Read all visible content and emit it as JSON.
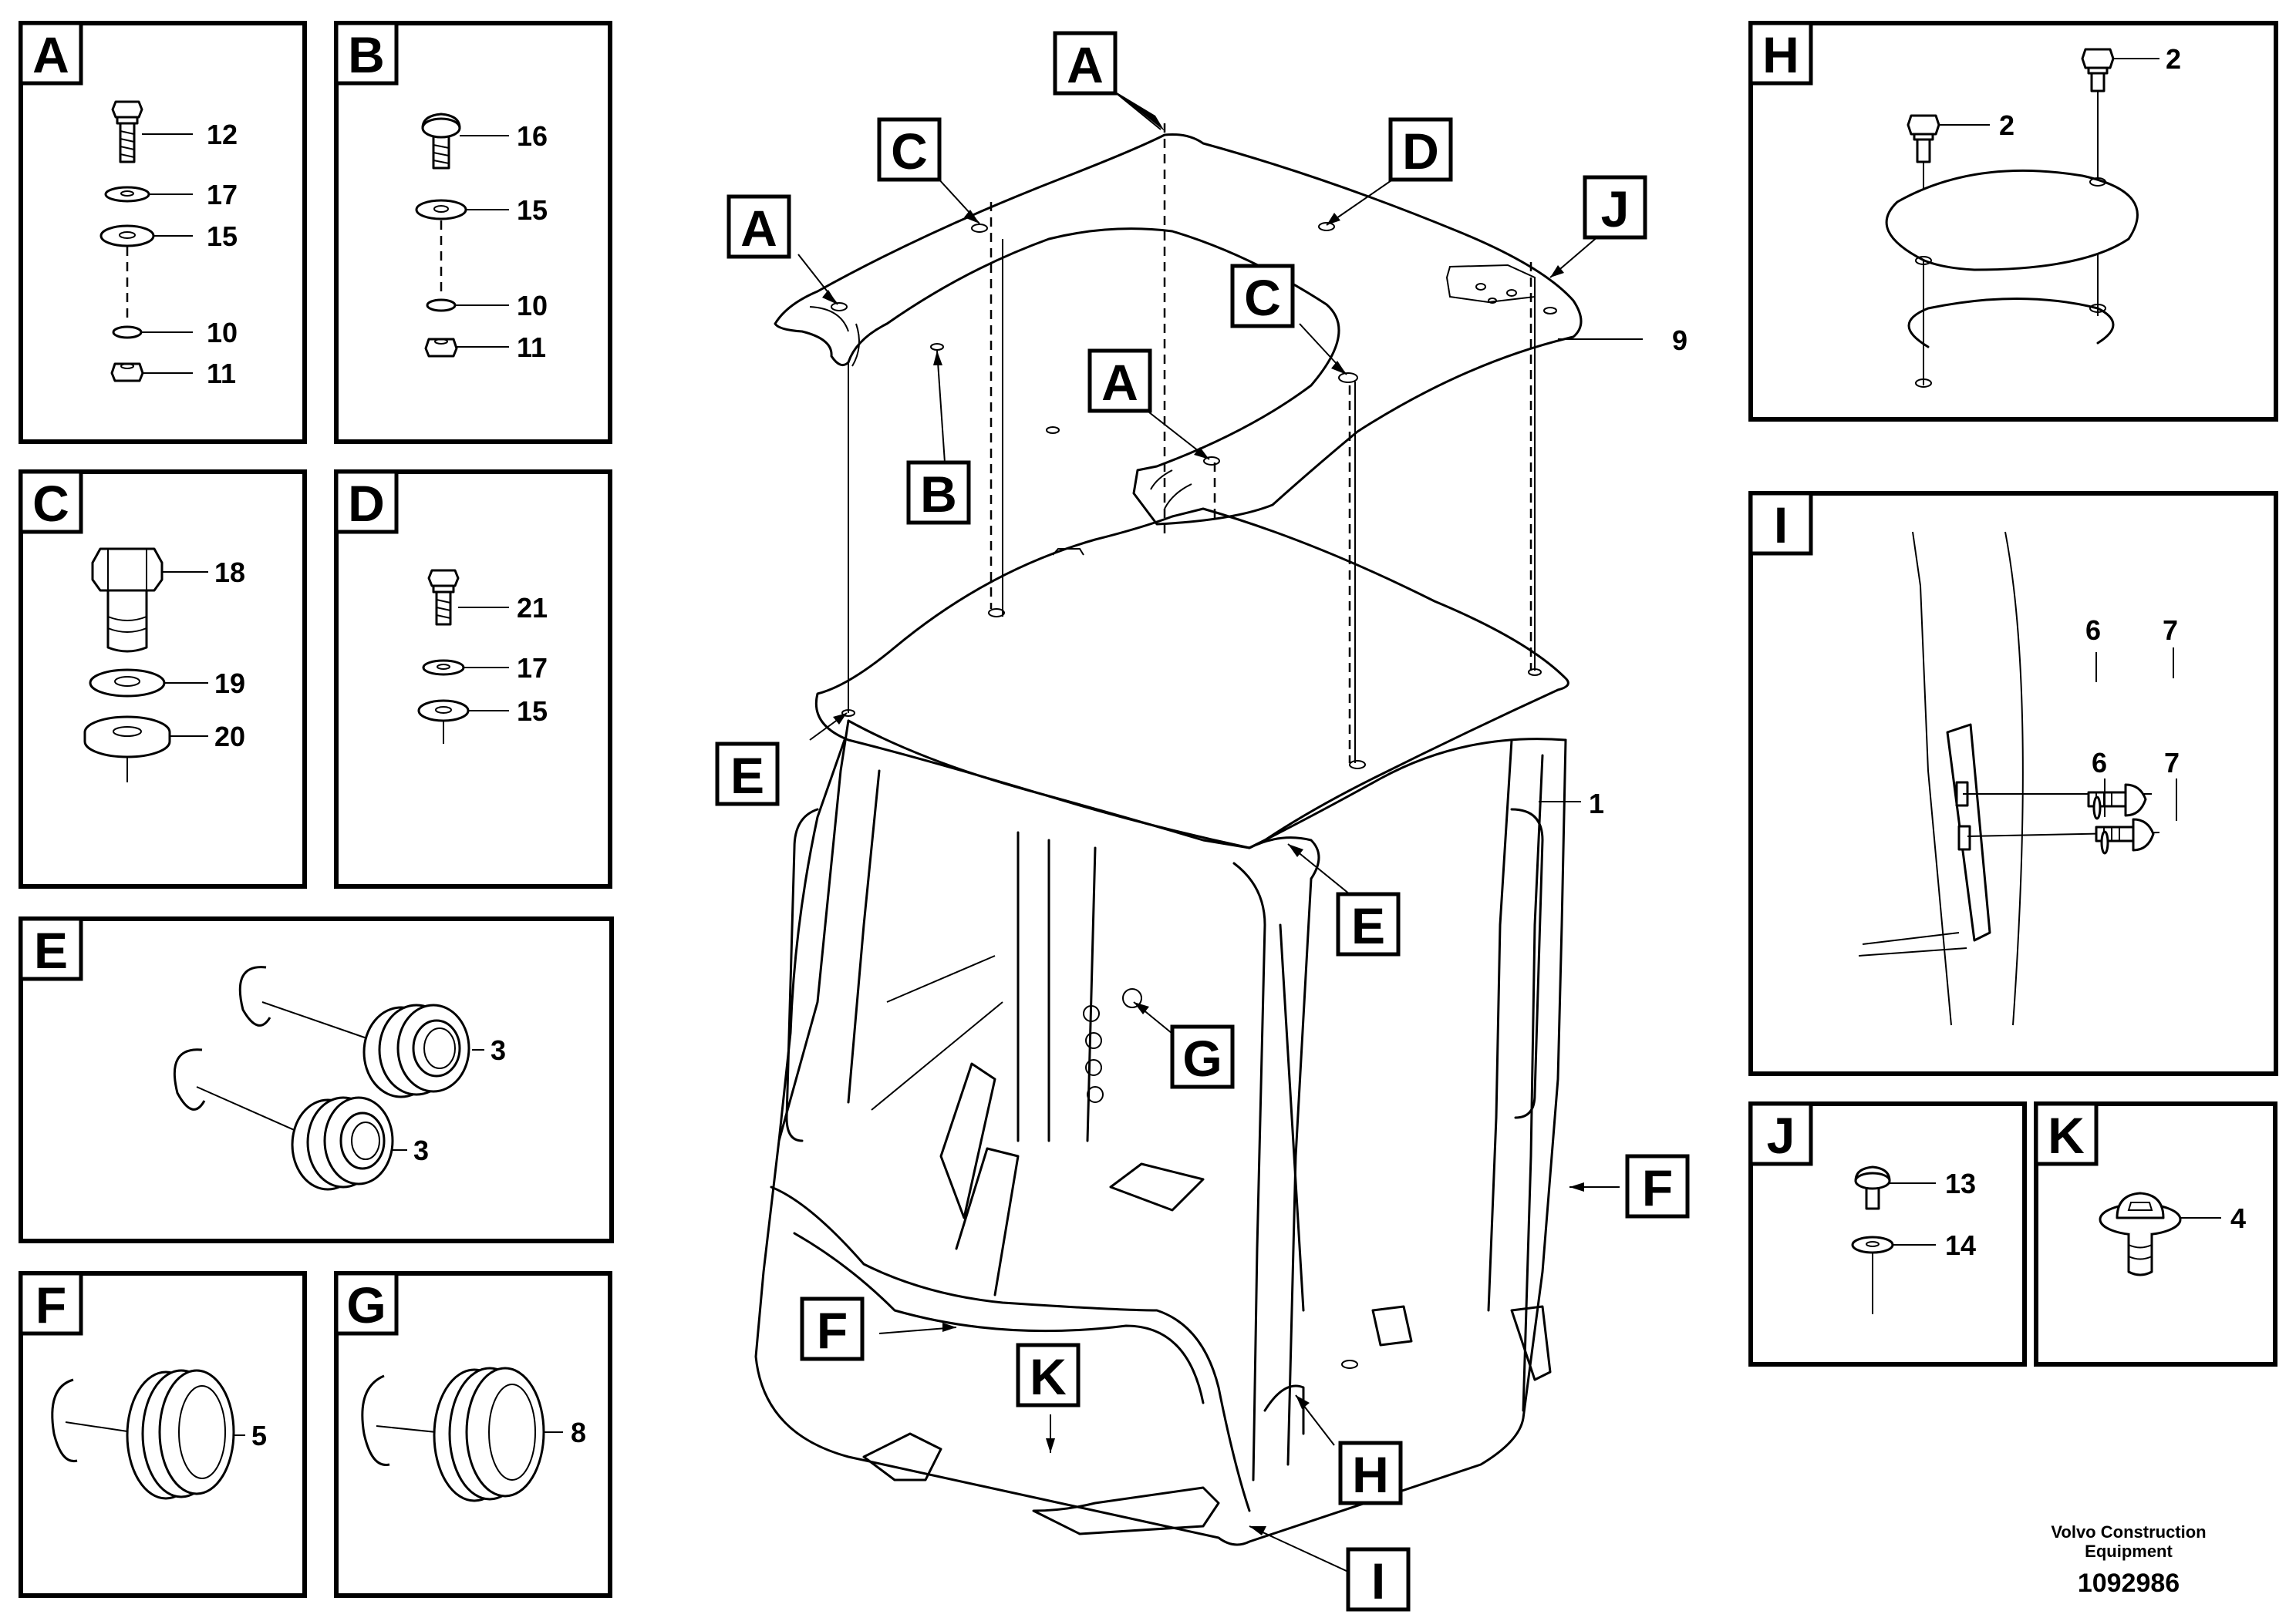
{
  "panels": {
    "A": {
      "label": "A",
      "parts": [
        "12",
        "17",
        "15",
        "10",
        "11"
      ]
    },
    "B": {
      "label": "B",
      "parts": [
        "16",
        "15",
        "10",
        "11"
      ]
    },
    "C": {
      "label": "C",
      "parts": [
        "18",
        "19",
        "20"
      ]
    },
    "D": {
      "label": "D",
      "parts": [
        "21",
        "17",
        "15"
      ]
    },
    "E": {
      "label": "E",
      "parts": [
        "3",
        "3"
      ]
    },
    "F": {
      "label": "F",
      "parts": [
        "5"
      ]
    },
    "G": {
      "label": "G",
      "parts": [
        "8"
      ]
    },
    "H": {
      "label": "H",
      "parts": [
        "2",
        "2"
      ]
    },
    "I": {
      "label": "I",
      "parts": [
        "6",
        "7",
        "6",
        "7"
      ]
    },
    "J": {
      "label": "J",
      "parts": [
        "13",
        "14"
      ]
    },
    "K": {
      "label": "K",
      "parts": [
        "4"
      ]
    }
  },
  "main_callouts": {
    "A_top": "A",
    "C_left": "C",
    "D": "D",
    "A_left": "A",
    "J": "J",
    "C_mid": "C",
    "A_mid": "A",
    "B": "B",
    "E_left": "E",
    "E_right": "E",
    "G": "G",
    "F_right": "F",
    "F_left": "F",
    "K": "K",
    "H": "H",
    "I": "I"
  },
  "main_parts": {
    "roof": "9",
    "cab": "1"
  },
  "footer": {
    "line1": "Volvo Construction",
    "line2": "Equipment",
    "ref": "1092986"
  }
}
